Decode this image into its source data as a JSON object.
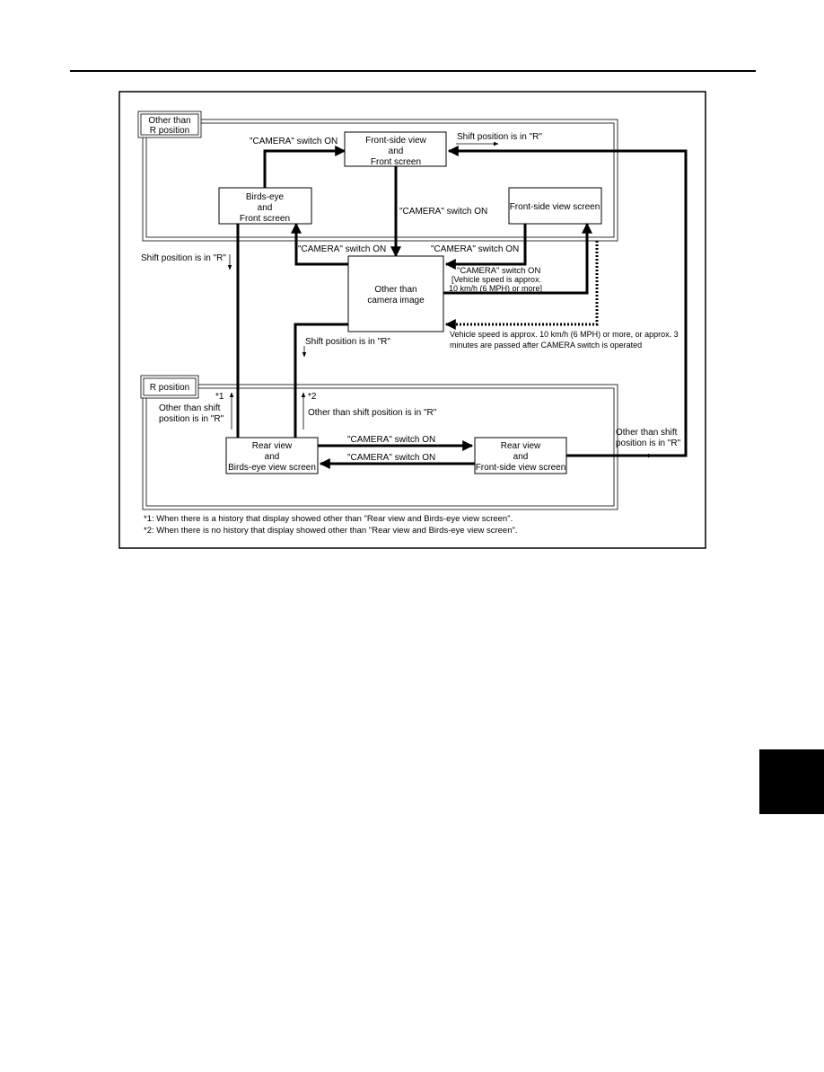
{
  "diagram": {
    "zone_labels": {
      "other_than_r": [
        "Other than",
        "R position"
      ],
      "r_position": "R position"
    },
    "boxes": {
      "front_side_view_and_front": [
        "Front-side view",
        "and",
        "Front screen"
      ],
      "birds_eye_and_front": [
        "Birds-eye",
        "and",
        "Front screen"
      ],
      "front_side_view_screen": "Front-side view screen",
      "other_than_camera_image": [
        "Other than",
        "camera image"
      ],
      "rear_view_and_birds_eye": [
        "Rear view",
        "and",
        "Birds-eye view screen"
      ],
      "rear_view_and_front_side": [
        "Rear view",
        "and",
        "Front-side view screen"
      ]
    },
    "labels": {
      "camera_switch_on_top": "\"CAMERA\"  switch ON",
      "shift_position_r_top": "Shift position is in \"R\"",
      "camera_switch_on_center": "\"CAMERA\"  switch ON",
      "shift_position_r_left": "Shift position is in \"R\"",
      "camera_switch_on_left": "\"CAMERA\"  switch ON",
      "camera_switch_on_right": "\"CAMERA\"  switch ON",
      "camera_speed_note": [
        "\"CAMERA\"  switch ON",
        "[Vehicle speed is approx.",
        "10 km/h (6 MPH) or more]"
      ],
      "vehicle_speed_note": [
        "Vehicle speed is approx. 10 km/h (6 MPH) or more, or approx. 3",
        "minutes are passed after CAMERA switch is operated"
      ],
      "shift_position_r_mid": "Shift position is in \"R\"",
      "star1_marker": "*1",
      "star2_marker": "*2",
      "other_than_shift_left": [
        "Other than shift",
        "position is in \"R\""
      ],
      "other_than_shift_mid": "Other than shift position is in \"R\"",
      "camera_switch_on_bottom1": "\"CAMERA\"  switch ON",
      "camera_switch_on_bottom2": "\"CAMERA\"  switch ON",
      "other_than_shift_right": [
        "Other than shift",
        "position is in \"R\""
      ]
    },
    "footnotes": [
      "*1: When there is a history that display showed other than \"Rear view and Birds-eye view screen\".",
      "*2: When there is no history that display showed other than \"Rear view and Birds-eye view screen\"."
    ]
  }
}
